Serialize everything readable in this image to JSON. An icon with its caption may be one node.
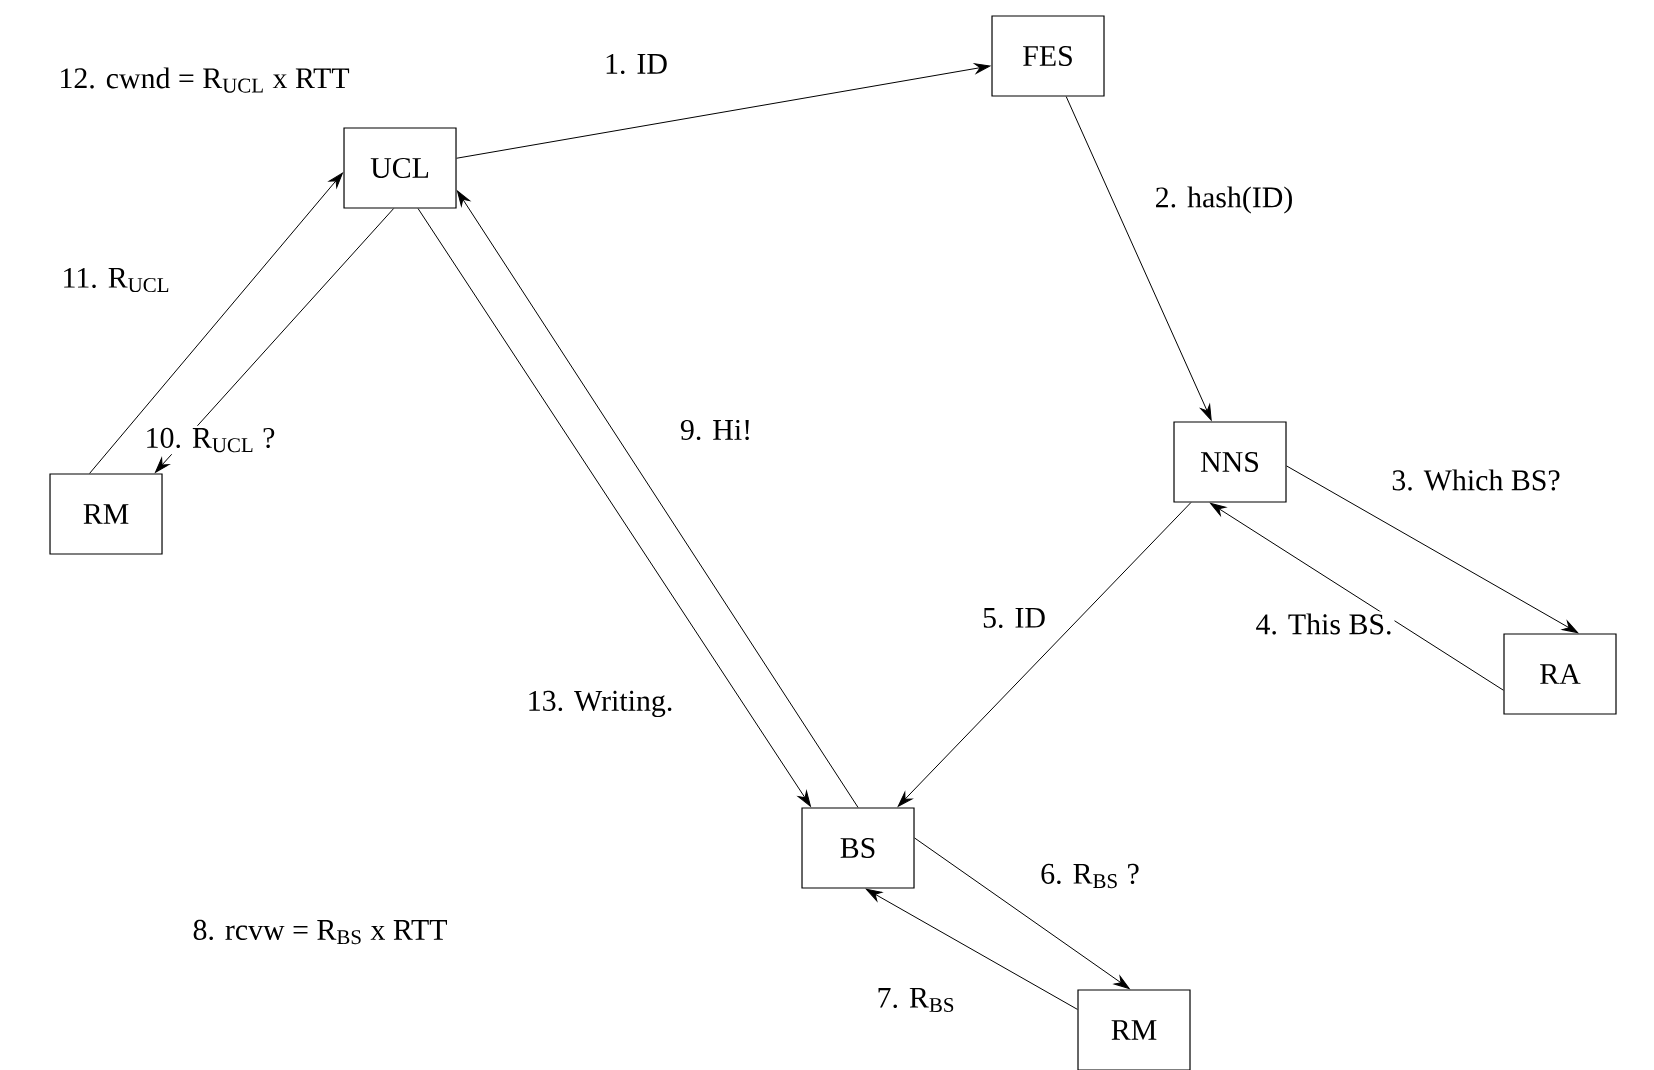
{
  "diagram": {
    "nodes": [
      {
        "text": [
          "UCL"
        ]
      },
      {
        "text": [
          "FES"
        ]
      },
      {
        "text": [
          "NNS"
        ]
      },
      {
        "text": [
          "RA"
        ]
      },
      {
        "text": [
          "BS"
        ]
      },
      {
        "text": [
          "RM"
        ]
      },
      {
        "text": [
          "RM"
        ]
      }
    ],
    "edges": [
      {
        "from": 0,
        "to": 1,
        "arrow": "to",
        "label": "1. ID"
      },
      {
        "from": 1,
        "to": 2,
        "arrow": "to",
        "label": "2. hash(ID)"
      },
      {
        "from": 2,
        "to": 3,
        "arrow": "to",
        "label": "3. Which BS?"
      },
      {
        "from": 3,
        "to": 2,
        "arrow": "to",
        "label": "4. This BS."
      },
      {
        "from": 2,
        "to": 4,
        "arrow": "to",
        "label": "5. ID"
      },
      {
        "from": 4,
        "to": 6,
        "arrow": "to",
        "label": "6. R$_{BS}$ ?"
      },
      {
        "from": 6,
        "to": 4,
        "arrow": "to",
        "label": "7. R$_{BS}$"
      },
      {
        "from": 4,
        "to": 0,
        "arrow": "to",
        "label": "9. Hi!"
      },
      {
        "from": 0,
        "to": 5,
        "arrow": "to",
        "label": "10. R$_{UCL}$ ?"
      },
      {
        "from": 5,
        "to": 0,
        "arrow": "to",
        "label": "11. R$_{UCL}$"
      },
      {
        "from": 0,
        "to": 4,
        "arrow": "to",
        "label": "13. Writing."
      }
    ],
    "labels": [
      "12. cwnd = R$_{UCL}$ x RTT",
      "8. rcvw = R$_{BS}$ x RTT"
    ]
  }
}
